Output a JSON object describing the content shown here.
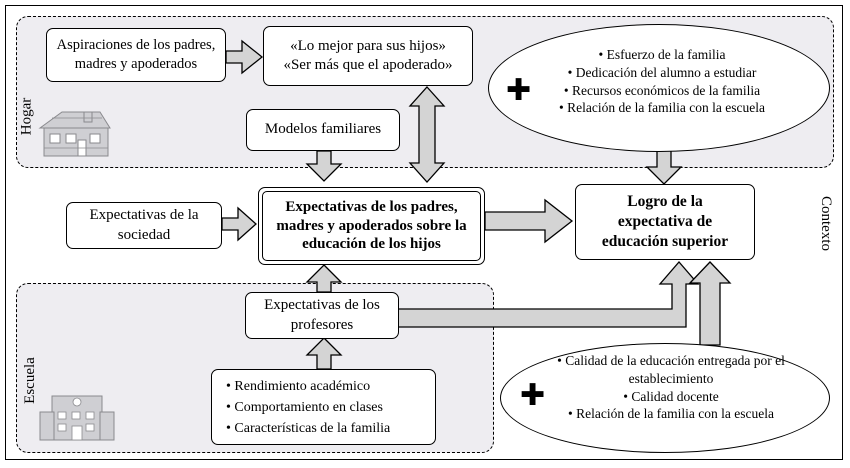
{
  "zones": {
    "hogar": "Hogar",
    "escuela": "Escuela",
    "contexto": "Contexto"
  },
  "boxes": {
    "aspiraciones": "Aspiraciones de los padres, madres y apoderados",
    "lo_mejor": "«Lo mejor para sus hijos»",
    "ser_mas": "«Ser más que el apoderado»",
    "modelos": "Modelos familiares",
    "expectativas_sociedad": "Expectativas de la sociedad",
    "expectativas_padres": "Expectativas de los padres, madres y apoderados sobre la educación de los hijos",
    "logro": "Logro de la expectativa de educación superior",
    "expectativas_profesores": "Expectativas de los profesores"
  },
  "hogar_factors": [
    "Esfuerzo de la familia",
    "Dedicación del alumno a estudiar",
    "Recursos económicos de la familia",
    "Relación de la familia con la escuela"
  ],
  "escuela_factors": [
    "Calidad de la educación entregada por el establecimiento",
    "Calidad docente",
    "Relación de la familia con la escuela"
  ],
  "student_factors": [
    "Rendimiento académico",
    "Comportamiento en clases",
    "Características de la familia"
  ],
  "icons": [
    "house-icon",
    "school-building-icon",
    "plus-icon"
  ],
  "colors": {
    "zone_fill": "#eeedf1",
    "arrow_fill": "#d4d4d4",
    "border": "#000000"
  }
}
